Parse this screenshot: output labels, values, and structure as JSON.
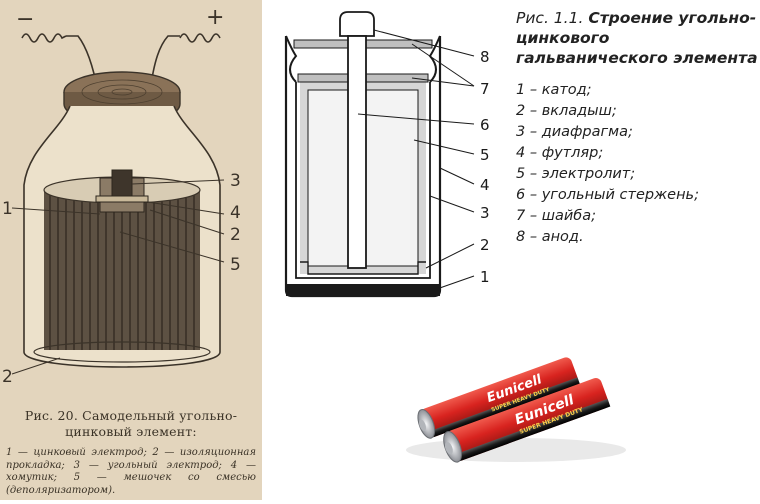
{
  "left_figure": {
    "terminal_minus": "−",
    "terminal_plus": "+",
    "callouts": [
      "1",
      "2",
      "3",
      "4",
      "5"
    ],
    "caption_title": "Рис. 20. Самодельный угольно-цинковый элемент:",
    "caption_legend": "1 — цинковый электрод; 2 — изоляционная прокладка; 3 — угольный электрод; 4 — хомутик; 5 — мешочек со смесью (деполяризатором)."
  },
  "diagram": {
    "callouts": [
      "8",
      "7",
      "6",
      "5",
      "4",
      "3",
      "2",
      "1"
    ]
  },
  "caption": {
    "fig_number": "Рис. 1.1.",
    "fig_title": "Строение угольно-цинкового гальванического элемента",
    "legend": [
      "1 – катод;",
      "2 – вкладыш;",
      "3 – диафрагма;",
      "4 – футляр;",
      "5 – электролит;",
      "6 – угольный стержень;",
      "7 – шайба;",
      "8 – анод."
    ]
  },
  "photo": {
    "battery_brand": "Eunicell",
    "battery_subtitle": "SUPER HEAVY DUTY",
    "colors": {
      "red": "#d8231f",
      "black": "#1a1a1a",
      "silver": "#c9ccd1"
    }
  }
}
